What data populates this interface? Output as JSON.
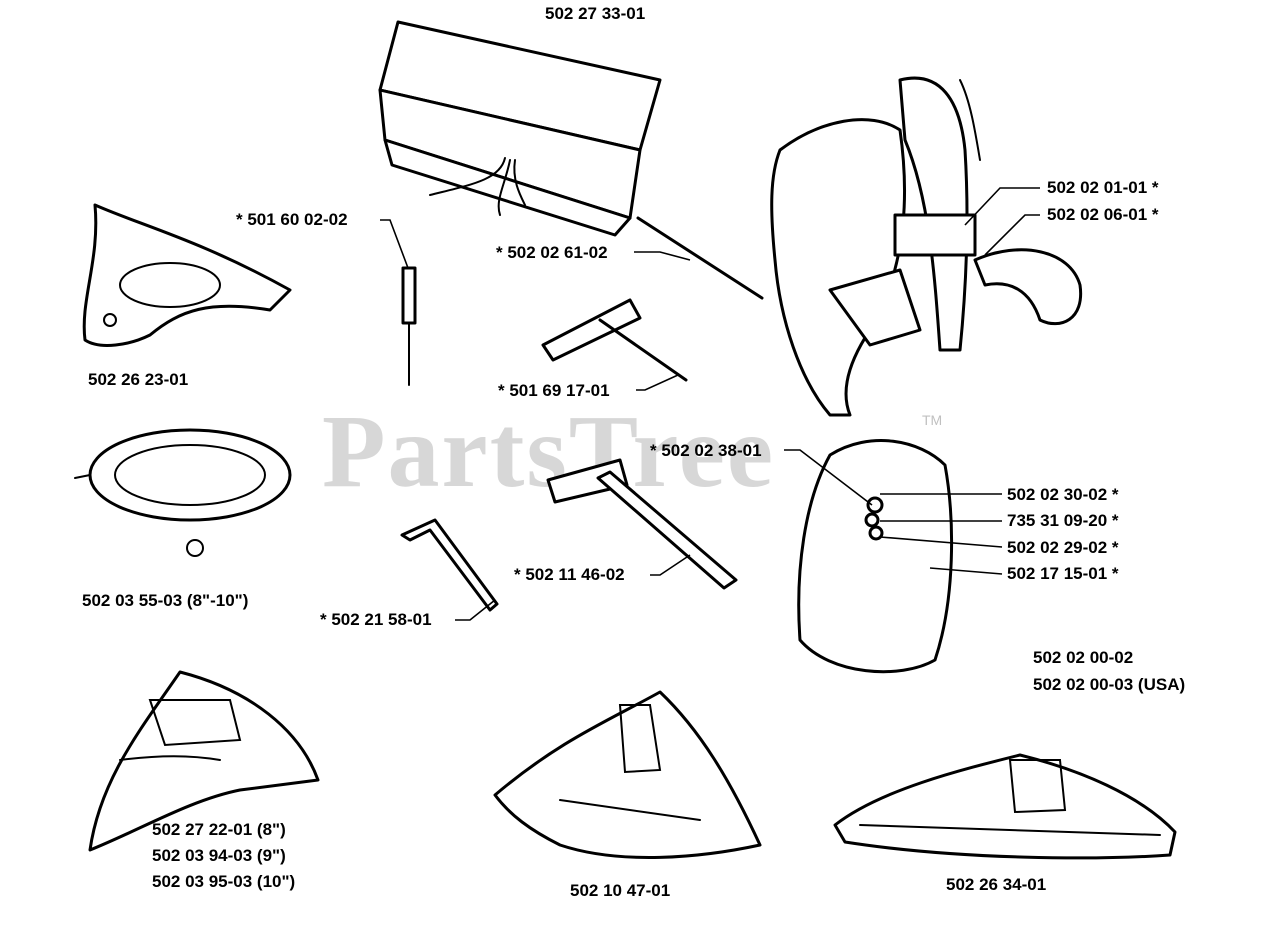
{
  "watermark": {
    "text": "PartsTree",
    "trademark": "TM"
  },
  "parts": [
    {
      "id": "p1",
      "label": "502 27 33-01"
    },
    {
      "id": "p2",
      "label": "* 501 60 02-02"
    },
    {
      "id": "p3",
      "label": "* 502 02 61-02"
    },
    {
      "id": "p4",
      "label": "502 26 23-01"
    },
    {
      "id": "p5",
      "label": "* 501 69 17-01"
    },
    {
      "id": "p6",
      "label": "502 02 01-01 *"
    },
    {
      "id": "p7",
      "label": "502 02 06-01 *"
    },
    {
      "id": "p8",
      "label": "* 502 02 38-01"
    },
    {
      "id": "p9",
      "label": "502 02 30-02 *"
    },
    {
      "id": "p10",
      "label": "735 31 09-20 *"
    },
    {
      "id": "p11",
      "label": "502 02 29-02 *"
    },
    {
      "id": "p12",
      "label": "502 17 15-01 *"
    },
    {
      "id": "p13",
      "label": "502 03 55-03 (8\"-10\")"
    },
    {
      "id": "p14",
      "label": "* 502 11 46-02"
    },
    {
      "id": "p15",
      "label": "* 502 21 58-01"
    },
    {
      "id": "p16",
      "label": "502 02 00-02"
    },
    {
      "id": "p17",
      "label": "502 02 00-03 (USA)"
    },
    {
      "id": "p18",
      "label": "502 27 22-01 (8\")"
    },
    {
      "id": "p19",
      "label": "502 03 94-03 (9\")"
    },
    {
      "id": "p20",
      "label": "502 03 95-03 (10\")"
    },
    {
      "id": "p21",
      "label": "502 10 47-01"
    },
    {
      "id": "p22",
      "label": "502 26 34-01"
    }
  ]
}
